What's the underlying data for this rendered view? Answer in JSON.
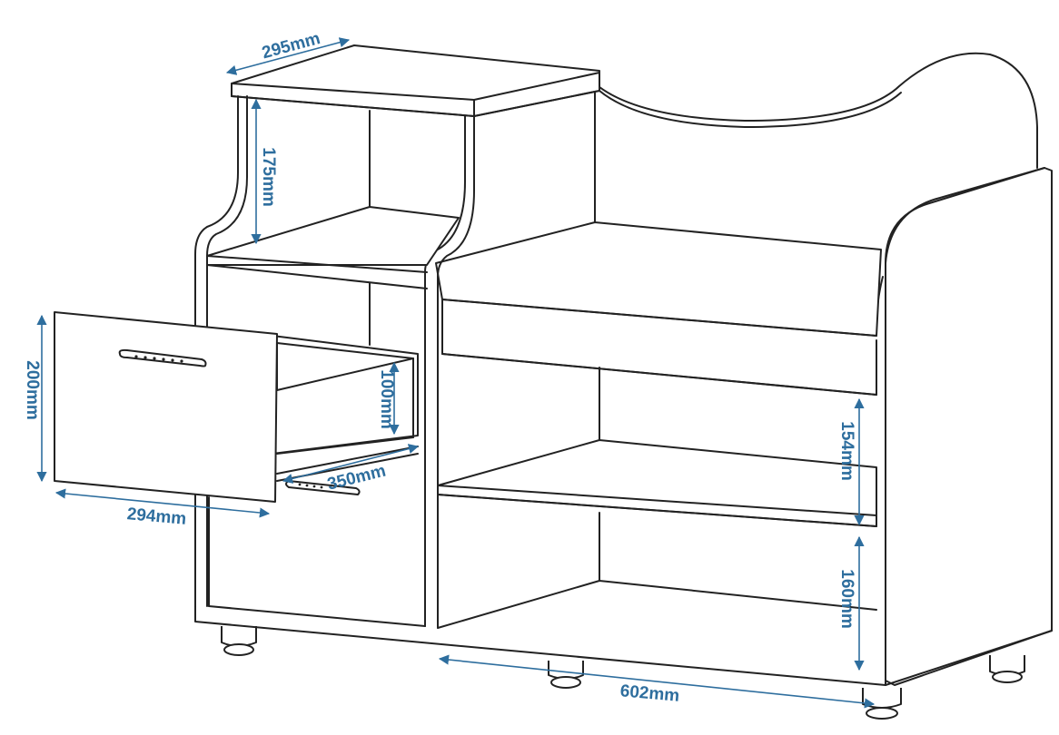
{
  "colors": {
    "dimension": "#2e6e9e",
    "outline": "#222222",
    "background": "#ffffff"
  },
  "dimensions": {
    "depth_top": "295mm",
    "shelf_height": "175mm",
    "drawer_height": "200mm",
    "drawer_inner_height": "100mm",
    "drawer_slide": "350mm",
    "drawer_width": "294mm",
    "compartment_upper": "154mm",
    "compartment_lower": "160mm",
    "total_width": "602mm"
  },
  "icons": [
    "handle-icon",
    "foot-icon"
  ]
}
